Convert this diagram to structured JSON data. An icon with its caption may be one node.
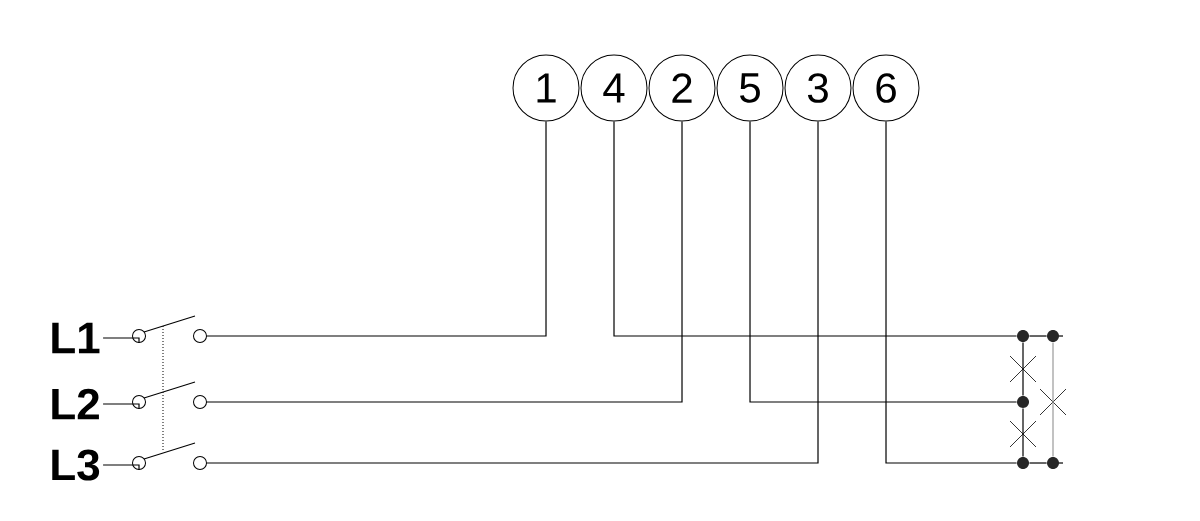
{
  "diagram": {
    "nodes": [
      {
        "text": [
          "1"
        ]
      },
      {
        "text": [
          "4"
        ]
      },
      {
        "text": [
          "2"
        ]
      },
      {
        "text": [
          "5"
        ]
      },
      {
        "text": [
          "3"
        ]
      },
      {
        "text": [
          "6"
        ]
      },
      {
        "text": [
          "L1"
        ]
      },
      {
        "text": [
          "L2"
        ]
      },
      {
        "text": [
          "L3"
        ]
      },
      {
        "text": [],
        "shape": "circle"
      },
      {
        "text": [],
        "shape": "circle"
      },
      {
        "text": [],
        "shape": "circle"
      },
      {
        "text": [],
        "shape": "circle"
      },
      {
        "text": [],
        "shape": "circle"
      },
      {
        "text": [],
        "shape": "circle"
      },
      {
        "text": [],
        "shape": "dot"
      },
      {
        "text": [],
        "shape": "dot"
      },
      {
        "text": [],
        "shape": "dot"
      },
      {
        "text": [],
        "shape": "dot"
      },
      {
        "text": [],
        "shape": "dot"
      }
    ],
    "edges": [
      {
        "from": 6,
        "to": 9,
        "arrow": "none"
      },
      {
        "from": 7,
        "to": 10,
        "arrow": "none"
      },
      {
        "from": 8,
        "to": 11,
        "arrow": "none"
      },
      {
        "from": 12,
        "to": 0,
        "arrow": "none"
      },
      {
        "from": 13,
        "to": 2,
        "arrow": "none"
      },
      {
        "from": 14,
        "to": 4,
        "arrow": "none"
      },
      {
        "from": 1,
        "to": 15,
        "arrow": "none"
      },
      {
        "from": 3,
        "to": 17,
        "arrow": "none"
      },
      {
        "from": 5,
        "to": 18,
        "arrow": "none"
      },
      {
        "from": 15,
        "to": 16,
        "arrow": "none"
      },
      {
        "from": 18,
        "to": 19,
        "arrow": "none"
      },
      {
        "from": 15,
        "to": 17,
        "arrow": "none"
      },
      {
        "from": 17,
        "to": 18,
        "arrow": "none"
      },
      {
        "from": 16,
        "to": 19,
        "arrow": "none",
        "color": "#999999"
      }
    ]
  }
}
